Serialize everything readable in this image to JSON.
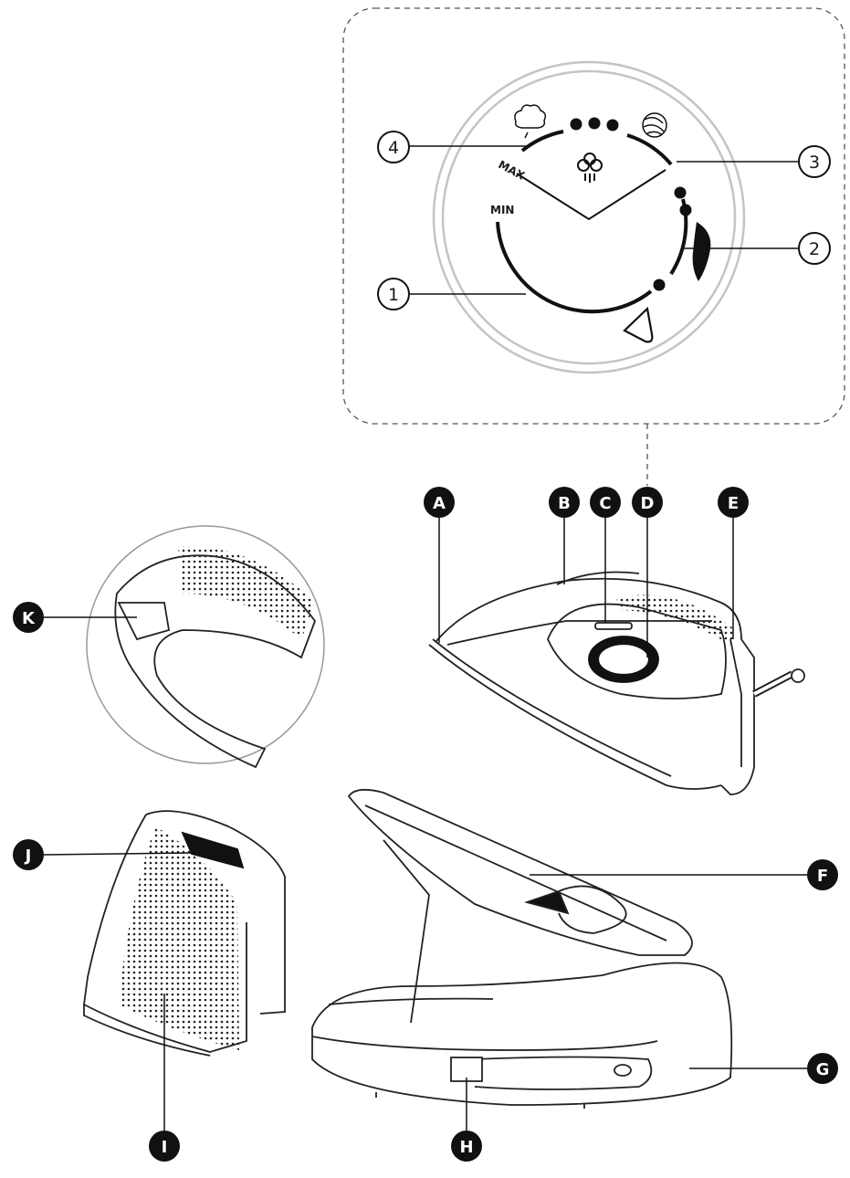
{
  "dial": {
    "min_label": "MIN",
    "max_label": "MAX",
    "callouts": [
      "1",
      "2",
      "3",
      "4"
    ],
    "icons": [
      "cotton-icon",
      "wool-icon",
      "silk-feather-icon",
      "synthetic-triangle-icon",
      "steam-icon"
    ]
  },
  "parts": {
    "a": "A",
    "b": "B",
    "c": "C",
    "d": "D",
    "e": "E",
    "f": "F",
    "g": "G",
    "h": "H",
    "i": "I",
    "j": "J",
    "k": "K"
  },
  "colors": {
    "line": "#1a1a1a",
    "ring": "#bdbdbd",
    "callout_fill": "#111111"
  }
}
